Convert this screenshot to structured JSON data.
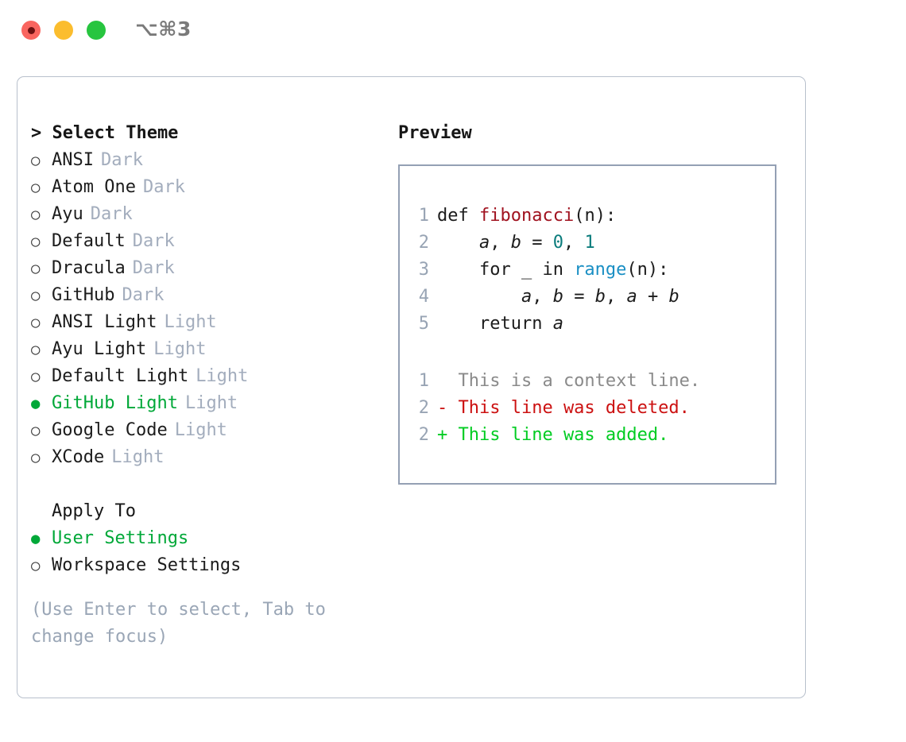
{
  "titlebar": {
    "shortcut": "⌥⌘3",
    "dots": [
      {
        "name": "close",
        "color": "#f9655f"
      },
      {
        "name": "minimize",
        "color": "#fbbd2e"
      },
      {
        "name": "maximize",
        "color": "#27c53f"
      }
    ]
  },
  "theme_picker": {
    "heading": "> Select Theme",
    "selected_bullet": "●",
    "unselected_bullet": "○",
    "selected_color": "#00a838",
    "tag_color": "#a3adbd",
    "items": [
      {
        "label": "ANSI",
        "tag": "Dark",
        "selected": false
      },
      {
        "label": "Atom One",
        "tag": "Dark",
        "selected": false
      },
      {
        "label": "Ayu",
        "tag": "Dark",
        "selected": false
      },
      {
        "label": "Default",
        "tag": "Dark",
        "selected": false
      },
      {
        "label": "Dracula",
        "tag": "Dark",
        "selected": false
      },
      {
        "label": "GitHub",
        "tag": "Dark",
        "selected": false
      },
      {
        "label": "ANSI Light",
        "tag": "Light",
        "selected": false
      },
      {
        "label": "Ayu Light",
        "tag": "Light",
        "selected": false
      },
      {
        "label": "Default Light",
        "tag": "Light",
        "selected": false
      },
      {
        "label": "GitHub Light",
        "tag": "Light",
        "selected": true
      },
      {
        "label": "Google Code",
        "tag": "Light",
        "selected": false
      },
      {
        "label": "XCode",
        "tag": "Light",
        "selected": false
      }
    ]
  },
  "apply_to": {
    "heading": "Apply To",
    "items": [
      {
        "label": "User Settings",
        "selected": true
      },
      {
        "label": "Workspace Settings",
        "selected": false
      }
    ]
  },
  "help_text": "(Use Enter to select, Tab to change focus)",
  "preview": {
    "title": "Preview",
    "code_lines": [
      {
        "number": "1",
        "tokens": [
          {
            "text": "def ",
            "kind": "plain"
          },
          {
            "text": "fibonacci",
            "kind": "func"
          },
          {
            "text": "(n):",
            "kind": "plain"
          }
        ]
      },
      {
        "number": "2",
        "tokens": [
          {
            "text": "    ",
            "kind": "plain"
          },
          {
            "text": "a",
            "kind": "var"
          },
          {
            "text": ", ",
            "kind": "plain"
          },
          {
            "text": "b",
            "kind": "var"
          },
          {
            "text": " = ",
            "kind": "plain"
          },
          {
            "text": "0",
            "kind": "num"
          },
          {
            "text": ", ",
            "kind": "plain"
          },
          {
            "text": "1",
            "kind": "num"
          }
        ]
      },
      {
        "number": "3",
        "tokens": [
          {
            "text": "    for _ in ",
            "kind": "plain"
          },
          {
            "text": "range",
            "kind": "builtin"
          },
          {
            "text": "(n):",
            "kind": "plain"
          }
        ]
      },
      {
        "number": "4",
        "tokens": [
          {
            "text": "        ",
            "kind": "plain"
          },
          {
            "text": "a",
            "kind": "var"
          },
          {
            "text": ", ",
            "kind": "plain"
          },
          {
            "text": "b",
            "kind": "var"
          },
          {
            "text": " = ",
            "kind": "plain"
          },
          {
            "text": "b",
            "kind": "var"
          },
          {
            "text": ", ",
            "kind": "plain"
          },
          {
            "text": "a",
            "kind": "var"
          },
          {
            "text": " + ",
            "kind": "plain"
          },
          {
            "text": "b",
            "kind": "var"
          }
        ]
      },
      {
        "number": "5",
        "tokens": [
          {
            "text": "    return ",
            "kind": "plain"
          },
          {
            "text": "a",
            "kind": "var"
          }
        ]
      }
    ],
    "diff_lines": [
      {
        "number": "1",
        "marker": " ",
        "text": " This is a context line.",
        "kind": "context"
      },
      {
        "number": "2",
        "marker": "-",
        "text": " This line was deleted.",
        "kind": "deleted"
      },
      {
        "number": "2",
        "marker": "+",
        "text": " This line was added.",
        "kind": "added"
      }
    ],
    "diff_colors": {
      "context": "#8a8a8a",
      "deleted": "#cc1111",
      "added": "#00cc22"
    }
  }
}
